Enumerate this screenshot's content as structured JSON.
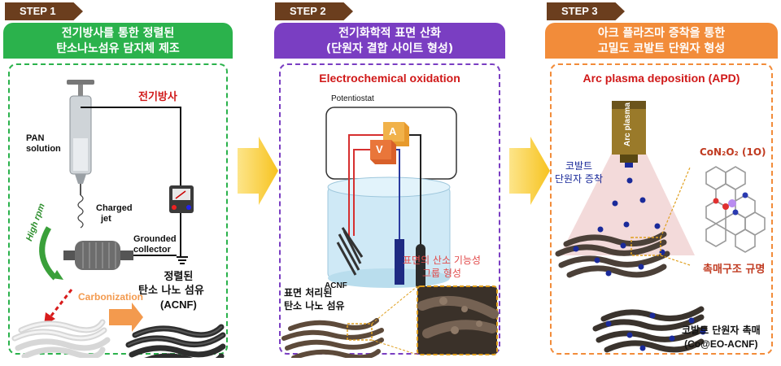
{
  "steps": [
    {
      "tag": "STEP 1",
      "title_line1": "전기방사를 통한 정렬된",
      "title_line2": "탄소나노섬유 담지체 제조",
      "labels": {
        "electrospinning": "전기방사",
        "pan_line1": "PAN",
        "pan_line2": "solution",
        "charged_line1": "Charged",
        "charged_line2": "jet",
        "high_rpm": "High rpm",
        "grounded_line1": "Grounded",
        "grounded_line2": "collector",
        "carbonization": "Carbonization",
        "aligned": "정렬된",
        "fiber_ko": "탄소 나노 섬유",
        "acnf": "(ACNF)"
      }
    },
    {
      "tag": "STEP 2",
      "title_line1": "전기화학적 표면 산화",
      "title_line2": "(단원자 결합 사이트 형성)",
      "labels": {
        "heading": "Electrochemical oxidation",
        "potentiostat": "Potentiostat",
        "a": "A",
        "v": "V",
        "acnf": "ACNF",
        "treated_line1": "표면 처리된",
        "treated_line2": "탄소 나노 섬유",
        "oxygen_line1": "표면의 산소 기능성",
        "oxygen_line2": "그룹 형성"
      }
    },
    {
      "tag": "STEP 3",
      "title_line1": "아크 플라즈마 증착을 통한",
      "title_line2": "고밀도 코발트 단원자 형성",
      "labels": {
        "heading": "Arc plasma deposition (APD)",
        "arc_plasma": "Arc plasma",
        "cobalt_line1": "코발트",
        "cobalt_line2": "단원자 증착",
        "formula": "CoN₂O₂ (1O)",
        "structure": "촉매구조 규명",
        "catalyst": "코발트 단원자 촉매",
        "catalyst_code": "(Co@EO-ACNF)"
      }
    }
  ],
  "colors": {
    "tag": "#6b3e1e",
    "step1": "#2bb24c",
    "step2": "#7a3ec2",
    "step3": "#f28c3a",
    "red_text": "#d01818",
    "arrow": "#f7c624",
    "cobalt": "#1a2a9a"
  }
}
